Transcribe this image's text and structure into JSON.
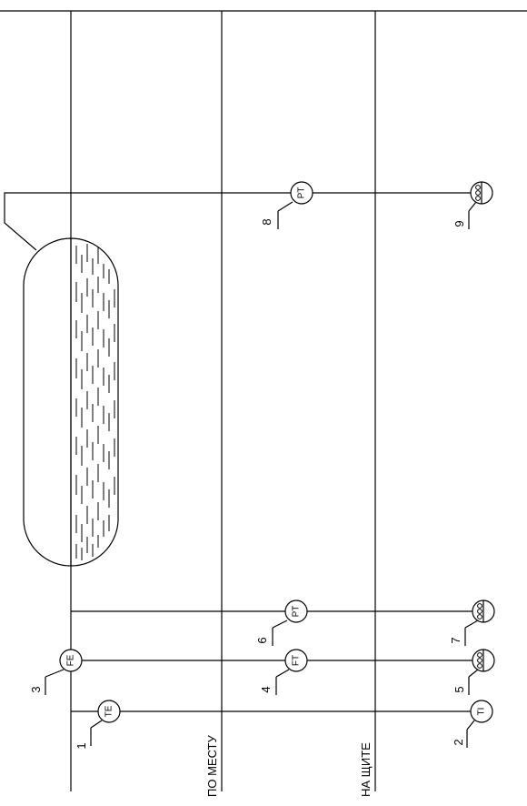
{
  "sections": {
    "local": "ПО МЕСТУ",
    "panel": "НА ЩИТЕ"
  },
  "instruments": [
    {
      "tag": "TE",
      "number": "1"
    },
    {
      "tag": "TI",
      "number": "2"
    },
    {
      "tag": "FE",
      "number": "3"
    },
    {
      "tag": "FT",
      "number": "4"
    },
    {
      "tag": "",
      "number": "5"
    },
    {
      "tag": "PT",
      "number": "6"
    },
    {
      "tag": "",
      "number": "7"
    },
    {
      "tag": "PT",
      "number": "8"
    },
    {
      "tag": "",
      "number": "9"
    }
  ]
}
